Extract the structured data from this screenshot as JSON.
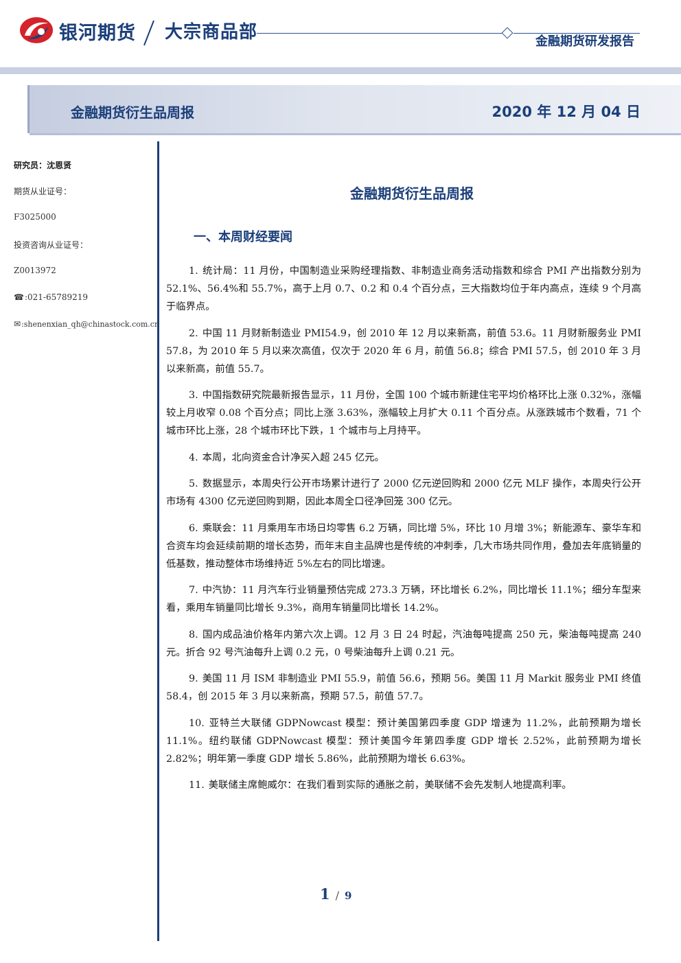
{
  "header": {
    "brand": "银河期货",
    "department": "大宗商品部",
    "report_type": "金融期货研发报告"
  },
  "title_band": {
    "title": "金融期货衍生品周报",
    "date": "2020 年 12 月 04 日"
  },
  "sidebar": {
    "analyst": "研究员：沈恩贤",
    "license_label": "期货从业证号：",
    "license_no": "F3025000",
    "advisory_label": "投资咨询从业证号：",
    "advisory_no": "Z0013972",
    "phone_icon": "☎",
    "phone": ":021-65789219",
    "email_icon": "✉",
    "email": ":shenenxian_qh@chinastock.com.cn"
  },
  "main": {
    "doc_title": "金融期货衍生品周报",
    "section_title": "一、本周财经要闻",
    "news": [
      {
        "num": "1.",
        "text": "统计局：11 月份，中国制造业采购经理指数、非制造业商务活动指数和综合 PMI 产出指数分别为 52.1%、56.4%和 55.7%，高于上月 0.7、0.2 和 0.4 个百分点，三大指数均位于年内高点，连续 9 个月高于临界点。"
      },
      {
        "num": "2.",
        "text": "中国 11 月财新制造业 PMI54.9，创 2010 年 12 月以来新高，前值 53.6。11 月财新服务业 PMI 57.8，为 2010 年 5 月以来次高值，仅次于 2020 年 6 月，前值 56.8；综合 PMI 57.5，创 2010 年 3 月以来新高，前值 55.7。"
      },
      {
        "num": "3.",
        "text": "中国指数研究院最新报告显示，11 月份，全国 100 个城市新建住宅平均价格环比上涨 0.32%，涨幅较上月收窄 0.08 个百分点；同比上涨 3.63%，涨幅较上月扩大 0.11 个百分点。从涨跌城市个数看，71 个城市环比上涨，28 个城市环比下跌，1 个城市与上月持平。"
      },
      {
        "num": "4.",
        "text": "本周，北向资金合计净买入超 245 亿元。"
      },
      {
        "num": "5.",
        "text": "数据显示，本周央行公开市场累计进行了 2000 亿元逆回购和 2000 亿元 MLF 操作，本周央行公开市场有 4300 亿元逆回购到期，因此本周全口径净回笼 300 亿元。"
      },
      {
        "num": "6.",
        "text": "乘联会：11 月乘用车市场日均零售 6.2 万辆，同比增 5%，环比 10 月增 3%；新能源车、豪华车和合资车均会延续前期的增长态势，而年末自主品牌也是传统的冲刺季，几大市场共同作用，叠加去年底销量的低基数，推动整体市场维持近 5%左右的同比增速。"
      },
      {
        "num": "7.",
        "text": "中汽协：11 月汽车行业销量预估完成 273.3 万辆，环比增长 6.2%，同比增长 11.1%；细分车型来看，乘用车销量同比增长 9.3%，商用车销量同比增长 14.2%。"
      },
      {
        "num": "8.",
        "text": "国内成品油价格年内第六次上调。12 月 3 日 24 时起，汽油每吨提高 250 元，柴油每吨提高 240 元。折合 92 号汽油每升上调 0.2 元，0 号柴油每升上调 0.21 元。"
      },
      {
        "num": "9.",
        "text": "美国 11 月 ISM 非制造业 PMI 55.9，前值 56.6，预期 56。美国 11 月 Markit 服务业 PMI 终值 58.4，创 2015 年 3 月以来新高，预期 57.5，前值 57.7。"
      },
      {
        "num": "10.",
        "text": "亚特兰大联储 GDPNowcast 模型：预计美国第四季度 GDP 增速为 11.2%，此前预期为增长 11.1%。纽约联储 GDPNowcast 模型：预计美国今年第四季度 GDP 增长 2.52%，此前预期为增长 2.82%；明年第一季度 GDP 增长 5.86%，此前预期为增长 6.63%。"
      },
      {
        "num": "11.",
        "text": "美联储主席鲍威尔：在我们看到实际的通胀之前，美联储不会先发制人地提高利率。"
      }
    ]
  },
  "footer": {
    "page_current": "1",
    "page_separator": "/",
    "page_total": "9"
  },
  "colors": {
    "brand_blue": "#1b3f7a",
    "logo_red": "#d4232b",
    "band_gray": "#c9d0e1"
  }
}
